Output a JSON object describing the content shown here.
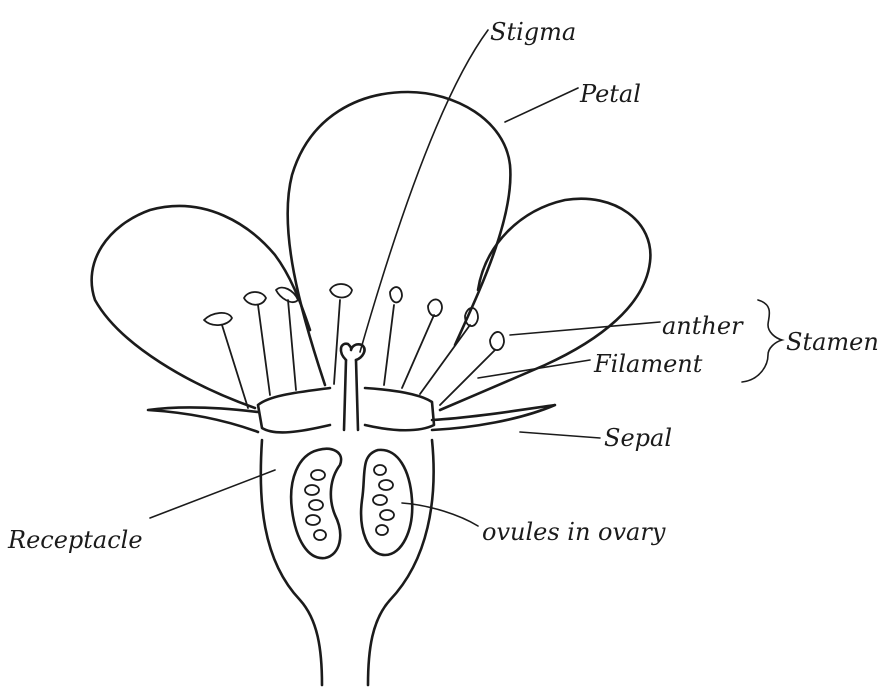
{
  "diagram": {
    "labels": {
      "stigma": "Stigma",
      "petal": "Petal",
      "anther": "anther",
      "stamen": "Stamen",
      "filament": "Filament",
      "sepal": "Sepal",
      "receptacle": "Receptacle",
      "ovules": "ovules in ovary"
    },
    "colors": {
      "ink": "#1b1b1b",
      "paper": "#ffffff"
    }
  }
}
